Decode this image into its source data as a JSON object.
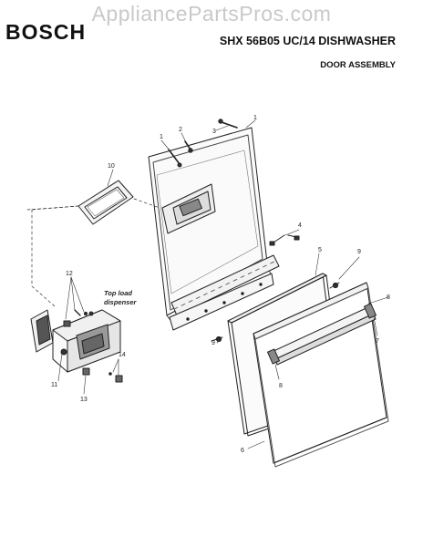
{
  "watermark": "AppliancePartsPros.com",
  "brand": "BOSCH",
  "model_title": "SHX 56B05 UC/14 DISHWASHER",
  "section_title": "DOOR ASSEMBLY",
  "note": {
    "line1": "Top load",
    "line2": "dispenser"
  },
  "callouts": {
    "c1a": "1",
    "c1b": "1",
    "c2": "2",
    "c3": "3",
    "c4": "4",
    "c5": "5",
    "c6": "6",
    "c7": "7",
    "c8a": "8",
    "c8b": "8",
    "c9a": "9",
    "c9b": "9",
    "c10": "10",
    "c11": "11",
    "c12": "12",
    "c13": "13",
    "c14": "14"
  }
}
